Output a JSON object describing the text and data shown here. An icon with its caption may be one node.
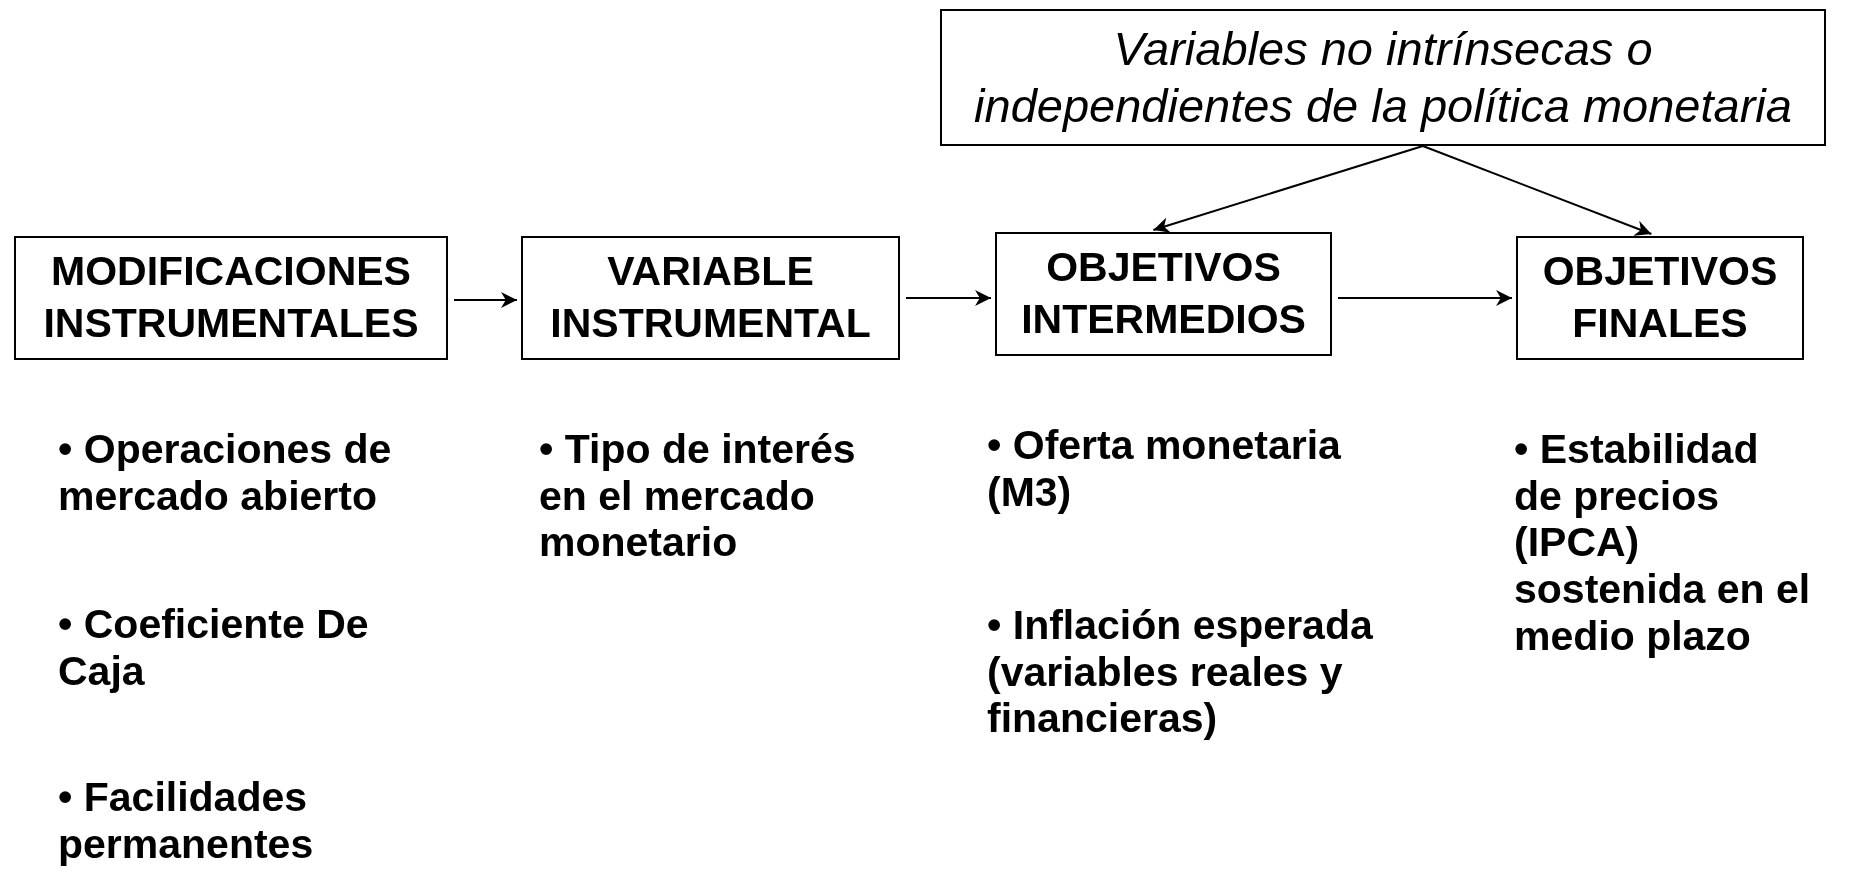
{
  "diagram": {
    "nodes": [
      {
        "text": [
          "Variables no intrínsecas o independientes de la política monetaria"
        ]
      },
      {
        "text": [
          "MODIFICACIONES INSTRUMENTALES"
        ]
      },
      {
        "text": [
          "VARIABLE INSTRUMENTAL"
        ]
      },
      {
        "text": [
          "OBJETIVOS INTERMEDIOS"
        ]
      },
      {
        "text": [
          "OBJETIVOS FINALES"
        ]
      }
    ],
    "labels": [
      "• Operaciones de mercado abierto",
      "• Tipo de interés en el mercado monetario",
      "• Oferta monetaria (M3)",
      "• Estabilidad de precios (IPCA) sostenida en el medio plazo",
      "• Coeficiente De Caja",
      "• Inflación esperada (variables reales y financieras)",
      "• Facilidades permanentes"
    ],
    "edges": [
      {
        "from": 1,
        "to": 2,
        "arrow": "to"
      },
      {
        "from": 2,
        "to": 3,
        "arrow": "to"
      },
      {
        "from": 3,
        "to": 4,
        "arrow": "to"
      },
      {
        "from": 0,
        "to": 3,
        "arrow": "to"
      },
      {
        "from": 0,
        "to": 4,
        "arrow": "to"
      }
    ]
  }
}
